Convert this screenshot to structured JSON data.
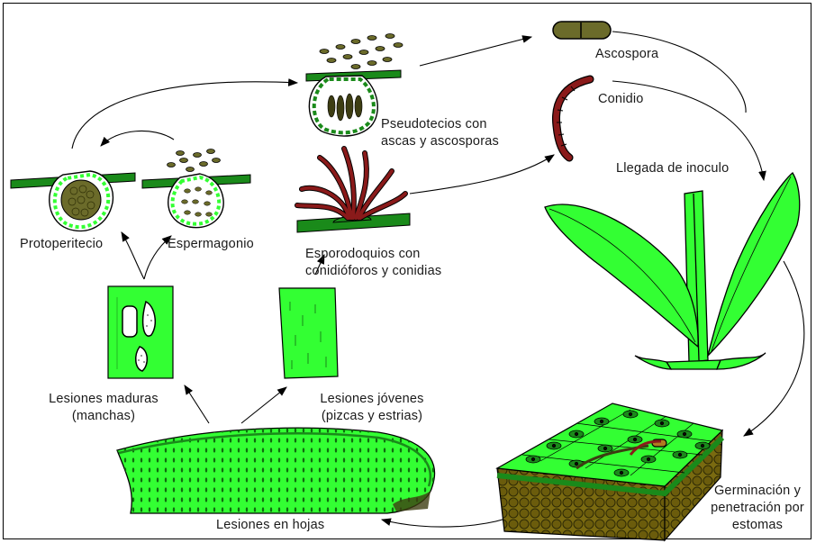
{
  "labels": {
    "ascospora": "Ascospora",
    "conidio": "Conidio",
    "pseudotecios_1": "Pseudotecios con",
    "pseudotecios_2": "ascas y ascosporas",
    "llegada": "Llegada de inoculo",
    "protoperitecio": "Protoperitecio",
    "espermagonio": "Espermagonio",
    "esporodoquios_1": "Esporodoquios con",
    "esporodoquios_2": "conidióforos y conidias",
    "lesiones_maduras_1": "Lesiones maduras",
    "lesiones_maduras_2": "(manchas)",
    "lesiones_jovenes_1": "Lesiones jóvenes",
    "lesiones_jovenes_2": "(pizcas y estrias)",
    "germinacion_1": "Germinación y",
    "germinacion_2": "penetración por",
    "germinacion_3": "estomas",
    "lesiones_hojas": "Lesiones en hojas"
  },
  "colors": {
    "leaf_green": "#33ff33",
    "dark_green": "#1a8a1a",
    "spore_olive": "#6b6b2a",
    "conidia_red": "#8a1a1a",
    "soil_brown": "#7a6a10"
  }
}
